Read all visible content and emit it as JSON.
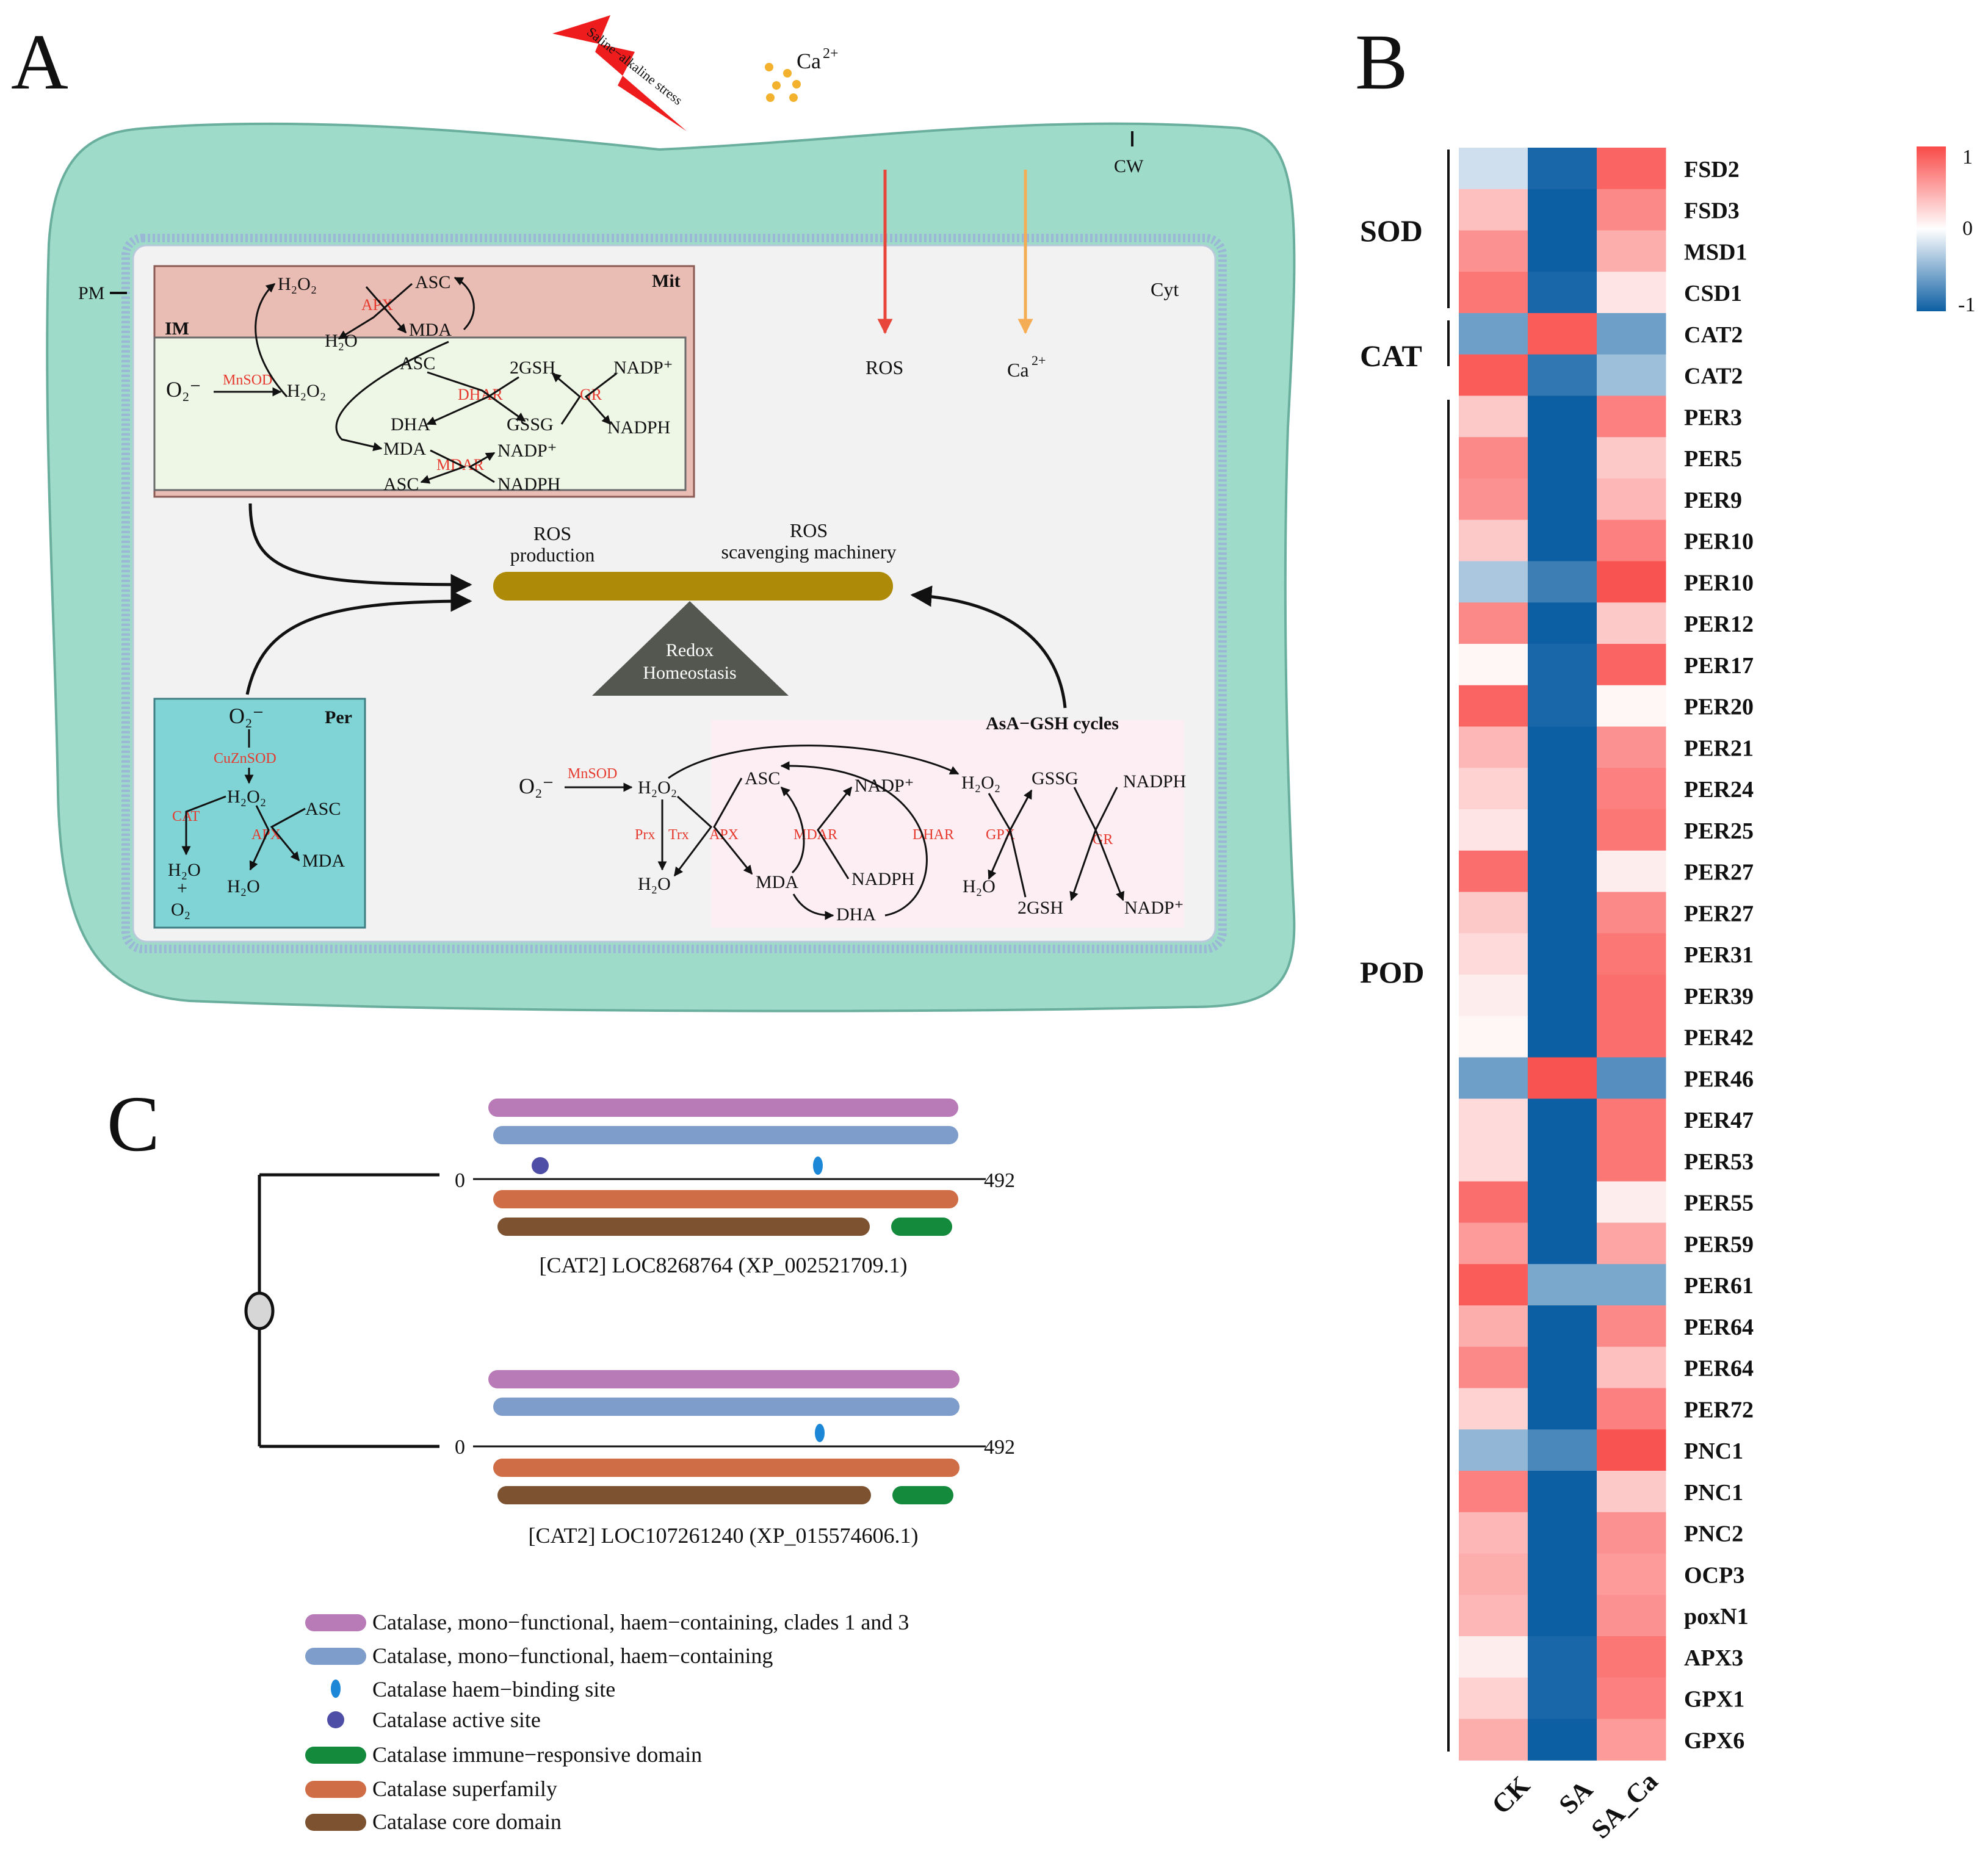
{
  "panels": {
    "a": "A",
    "b": "B",
    "c": "C"
  },
  "colors": {
    "cell_wall": "#9edbc9",
    "cytoplasm": "#f2f2f2",
    "mitochondrion": "#e9bcb4",
    "inner_membrane": "#eef6e6",
    "peroxisome": "#80d4d6",
    "asa_gsh_box": "#fdeef3",
    "enzyme_text": "#e63a2e",
    "balance_bar": "#ad8a08",
    "triangle": "#54574f",
    "ros_arrow": "#e8463a",
    "ca_arrow": "#f5ad55",
    "heat_high": "#f94a48",
    "heat_mid": "#ffffff",
    "heat_low": "#0d5fa3"
  },
  "panel_a": {
    "stress": "Saline−alkaline stress",
    "ca_ion": "Ca",
    "ca_sup": "2+",
    "cw": "CW",
    "pm": "PM",
    "cyt": "Cyt",
    "mit": "Mit",
    "im": "IM",
    "per": "Per",
    "ros": "ROS",
    "ca_label": "Ca",
    "ros_production": [
      "ROS",
      "production"
    ],
    "ros_scavenging": [
      "ROS",
      "scavenging machinery"
    ],
    "redox": [
      "Redox",
      "Homeostasis"
    ],
    "asa_gsh": "AsA−GSH cycles",
    "mit_labels": {
      "h2o2_top": "H₂O₂",
      "asc_top": "ASC",
      "apx": "APX",
      "h2o_top": "H₂O",
      "mda_top": "MDA",
      "o2": "O₂⁻",
      "mnsod": "MnSOD",
      "h2o2": "H₂O₂",
      "asc": "ASC",
      "twogsh": "2GSH",
      "nadp": "NADP⁺",
      "dhar": "DHAR",
      "gr": "GR",
      "dha": "DHA",
      "gssg": "GSSG",
      "nadph": "NADPH",
      "mda": "MDA",
      "nadp2": "NADP⁺",
      "mdar": "MDAR",
      "asc2": "ASC",
      "nadph2": "NADPH"
    },
    "per_labels": {
      "o2": "O₂⁻",
      "cuznsod": "CuZnSOD",
      "h2o2": "H₂O₂",
      "cat": "CAT",
      "asc": "ASC",
      "apx": "APX",
      "h2o": "H₂O",
      "plus": "+",
      "o2b": "O₂",
      "h2o_b": "H₂O",
      "mda": "MDA"
    },
    "cyt_labels": {
      "o2": "O₂⁻",
      "mnsod": "MnSOD",
      "h2o2": "H₂O₂",
      "prx": "Prx",
      "trx": "Trx",
      "apx": "APX",
      "asc": "ASC",
      "mdar": "MDAR",
      "nadp": "NADP⁺",
      "dhar": "DHAR",
      "h2o2b": "H₂O₂",
      "gpx": "GPX",
      "gssg": "GSSG",
      "gr": "GR",
      "nadph_top": "NADPH",
      "h2o": "H₂O",
      "mda": "MDA",
      "nadph": "NADPH",
      "dha": "DHA",
      "h2o_b": "H₂O",
      "twogsh": "2GSH",
      "nadp_b": "NADP⁺"
    }
  },
  "panel_b": {
    "groups": [
      {
        "name": "SOD"
      },
      {
        "name": "CAT"
      },
      {
        "name": "POD"
      }
    ],
    "legend_ticks": [
      "1",
      "0",
      "-1"
    ],
    "columns": [
      "CK",
      "SA",
      "SA_Ca"
    ]
  },
  "chart_data": {
    "type": "heatmap",
    "columns": [
      "CK",
      "SA",
      "SA_Ca"
    ],
    "scale": [
      -1,
      1
    ],
    "rows": [
      "FSD2",
      "FSD3",
      "MSD1",
      "CSD1",
      "CAT2",
      "CAT2",
      "PER3",
      "PER5",
      "PER9",
      "PER10",
      "PER10",
      "PER12",
      "PER17",
      "PER20",
      "PER21",
      "PER24",
      "PER25",
      "PER27",
      "PER27",
      "PER31",
      "PER39",
      "PER42",
      "PER46",
      "PER47",
      "PER53",
      "PER55",
      "PER59",
      "PER61",
      "PER64",
      "PER64",
      "PER72",
      "PNC1",
      "PNC1",
      "PNC2",
      "OCP3",
      "poxN1",
      "APX3",
      "GPX1",
      "GPX6"
    ],
    "values": [
      [
        -0.2,
        -0.95,
        0.85
      ],
      [
        0.35,
        -1.0,
        0.65
      ],
      [
        0.6,
        -1.0,
        0.45
      ],
      [
        0.75,
        -0.95,
        0.15
      ],
      [
        -0.6,
        0.9,
        -0.6
      ],
      [
        0.9,
        -0.85,
        -0.4
      ],
      [
        0.3,
        -1.0,
        0.7
      ],
      [
        0.65,
        -1.0,
        0.3
      ],
      [
        0.6,
        -1.0,
        0.4
      ],
      [
        0.3,
        -1.0,
        0.7
      ],
      [
        -0.35,
        -0.8,
        0.95
      ],
      [
        0.65,
        -1.0,
        0.3
      ],
      [
        0.05,
        -0.95,
        0.85
      ],
      [
        0.85,
        -0.95,
        0.05
      ],
      [
        0.4,
        -1.0,
        0.6
      ],
      [
        0.25,
        -1.0,
        0.7
      ],
      [
        0.15,
        -1.0,
        0.75
      ],
      [
        0.8,
        -1.0,
        0.1
      ],
      [
        0.3,
        -1.0,
        0.65
      ],
      [
        0.2,
        -1.0,
        0.75
      ],
      [
        0.1,
        -1.0,
        0.8
      ],
      [
        0.05,
        -1.0,
        0.8
      ],
      [
        -0.6,
        0.95,
        -0.7
      ],
      [
        0.2,
        -1.0,
        0.75
      ],
      [
        0.2,
        -1.0,
        0.75
      ],
      [
        0.8,
        -1.0,
        0.1
      ],
      [
        0.55,
        -1.0,
        0.5
      ],
      [
        0.9,
        -0.55,
        -0.55
      ],
      [
        0.45,
        -1.0,
        0.65
      ],
      [
        0.65,
        -1.0,
        0.35
      ],
      [
        0.25,
        -1.0,
        0.7
      ],
      [
        -0.45,
        -0.75,
        0.95
      ],
      [
        0.7,
        -1.0,
        0.3
      ],
      [
        0.4,
        -1.0,
        0.6
      ],
      [
        0.45,
        -1.0,
        0.55
      ],
      [
        0.4,
        -1.0,
        0.6
      ],
      [
        0.1,
        -0.95,
        0.75
      ],
      [
        0.25,
        -0.95,
        0.7
      ],
      [
        0.45,
        -1.0,
        0.55
      ]
    ]
  },
  "panel_c": {
    "proteins": [
      {
        "label": "[CAT2] LOC8268764 (XP_002521709.1)",
        "start": "0",
        "end": "492",
        "has_active_site": true
      },
      {
        "label": "[CAT2] LOC107261240 (XP_015574606.1)",
        "start": "0",
        "end": "492",
        "has_active_site": false
      }
    ],
    "legend": [
      {
        "label": "Catalase, mono−functional, haem−containing, clades 1 and 3",
        "color": "#b87bb8",
        "shape": "bar"
      },
      {
        "label": "Catalase, mono−functional, haem−containing",
        "color": "#7f9dca",
        "shape": "bar"
      },
      {
        "label": "Catalase haem−binding site",
        "color": "#1b87d6",
        "shape": "drop"
      },
      {
        "label": "Catalase active site",
        "color": "#4e4ea6",
        "shape": "dot"
      },
      {
        "label": "Catalase immune−responsive domain",
        "color": "#148a3c",
        "shape": "bar"
      },
      {
        "label": "Catalase superfamily",
        "color": "#cf6d47",
        "shape": "bar"
      },
      {
        "label": "Catalase core domain",
        "color": "#7c5230",
        "shape": "bar"
      }
    ]
  }
}
